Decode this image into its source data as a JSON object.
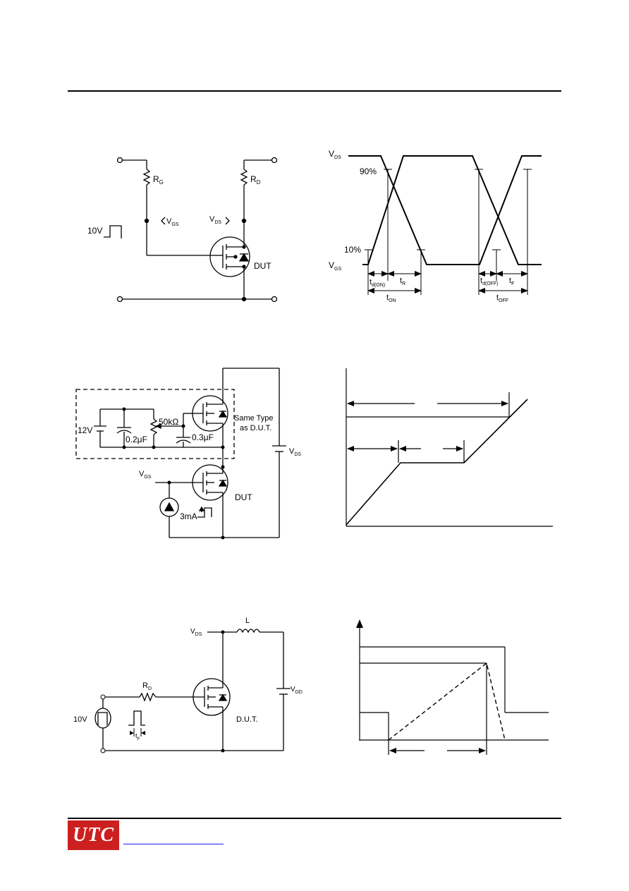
{
  "page": {
    "logo_text": "UTC",
    "brand_color": "#cc1f1f",
    "link_color": "#1a1aff"
  },
  "switching_circuit": {
    "rg": "R",
    "rg_sub": "G",
    "rd": "R",
    "rd_sub": "D",
    "vgs": "V",
    "vgs_sub": "GS",
    "vds": "V",
    "vds_sub": "DS",
    "pulse": "10V",
    "dut": "DUT"
  },
  "switching_waveform": {
    "vds": "V",
    "vds_sub": "DS",
    "vgs": "V",
    "vgs_sub": "GS",
    "p90": "90%",
    "p10": "10%",
    "td_on": "t",
    "td_on_sub": "d(ON)",
    "tr": "t",
    "tr_sub": "R",
    "ton": "t",
    "ton_sub": "ON",
    "td_off": "t",
    "td_off_sub": "d(OFF)",
    "tf": "t",
    "tf_sub": "F",
    "toff": "t",
    "toff_sub": "OFF"
  },
  "gate_charge_circuit": {
    "v12": "12V",
    "c02": "0.2μF",
    "r50k": "50kΩ",
    "c03": "0.3μF",
    "same_type_1": "Same Type",
    "same_type_2": "as D.U.T.",
    "vds": "V",
    "vds_sub": "DS",
    "vgs": "V",
    "vgs_sub": "GS",
    "i3ma": "3mA",
    "dut": "DUT"
  },
  "uis_circuit": {
    "vds": "V",
    "vds_sub": "DS",
    "l": "L",
    "rd": "R",
    "rd_sub": "D",
    "vdd": "V",
    "vdd_sub": "DD",
    "pulse": "10V",
    "tp": "t",
    "tp_sub": "p",
    "dut": "D.U.T."
  }
}
